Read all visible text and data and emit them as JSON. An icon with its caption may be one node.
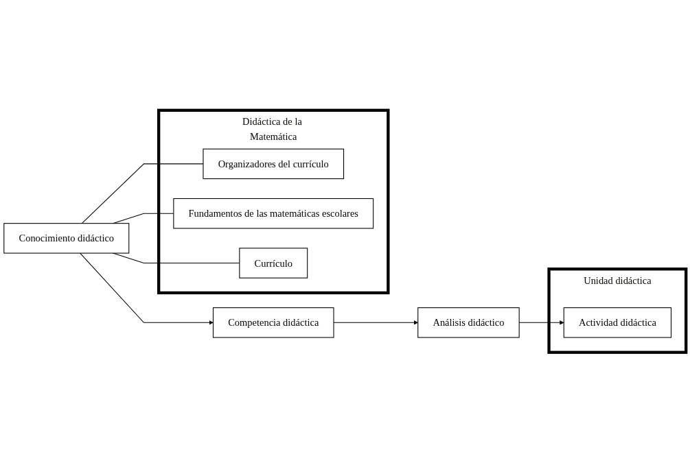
{
  "diagram": {
    "nodes": [
      {
        "text": [
          "Competencia didáctica"
        ]
      },
      {
        "text": [
          "Análisis didáctico"
        ]
      },
      {
        "text": [
          "Unidad didáctica"
        ]
      },
      {
        "text": [
          "Actividad didáctica"
        ],
        "in": 2
      },
      {
        "text": [
          "Conocimiento didáctico"
        ]
      },
      {
        "text": [
          "Didáctica de la Matemática"
        ]
      },
      {
        "text": [
          "Organizadores del currículo"
        ],
        "in": 5
      },
      {
        "text": [
          "Fundamentos de las matemáticas escolares"
        ],
        "in": 5
      },
      {
        "text": [
          "Currículo"
        ],
        "in": 5
      }
    ],
    "edges": [
      {
        "from": 0,
        "to": 1,
        "arrow": "to"
      },
      {
        "from": 1,
        "to": 3,
        "arrow": "to"
      },
      {
        "from": 4,
        "to": 0,
        "arrow": "to"
      },
      {
        "from": 4,
        "to": 6,
        "arrow": "none"
      },
      {
        "from": 4,
        "to": 7,
        "arrow": "none"
      },
      {
        "from": 4,
        "to": 8,
        "arrow": "none"
      }
    ]
  }
}
